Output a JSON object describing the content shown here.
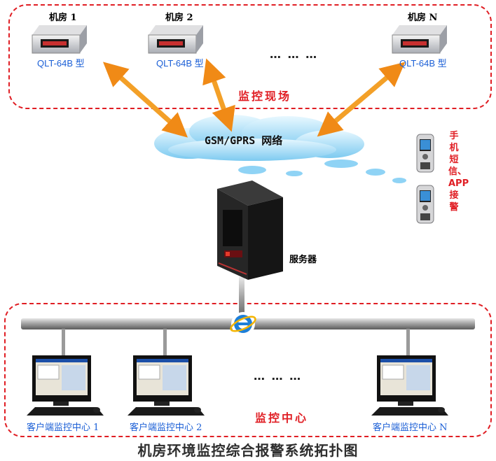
{
  "site": {
    "rooms": [
      {
        "name": "机房 1",
        "model": "QLT-64B 型"
      },
      {
        "name": "机房 2",
        "model": "QLT-64B 型"
      },
      {
        "name": "机房 N",
        "model": "QLT-64B 型"
      }
    ],
    "ellipsis": "… … …",
    "title": "监控现场"
  },
  "network": {
    "label": "GSM/GPRS 网络"
  },
  "mobile": {
    "label": "手机短信、APP 接警"
  },
  "server": {
    "label": "服务器"
  },
  "center": {
    "clients": [
      "客户端监控中心 1",
      "客户端监控中心 2",
      "客户端监控中心 N"
    ],
    "ellipsis": "… … …",
    "title": "监控中心"
  },
  "footer": {
    "title": "机房环境监控综合报警系统拓扑图"
  },
  "colors": {
    "zone_border": "#e01e24",
    "label_blue": "#1b5fd6",
    "arrow": "#f5a623",
    "cloud": "#8fd3f5"
  },
  "icons": [
    "monitor-device-icon",
    "cloud-icon",
    "server-tower-icon",
    "mobile-phone-icon",
    "internet-explorer-icon",
    "desktop-computer-icon"
  ]
}
